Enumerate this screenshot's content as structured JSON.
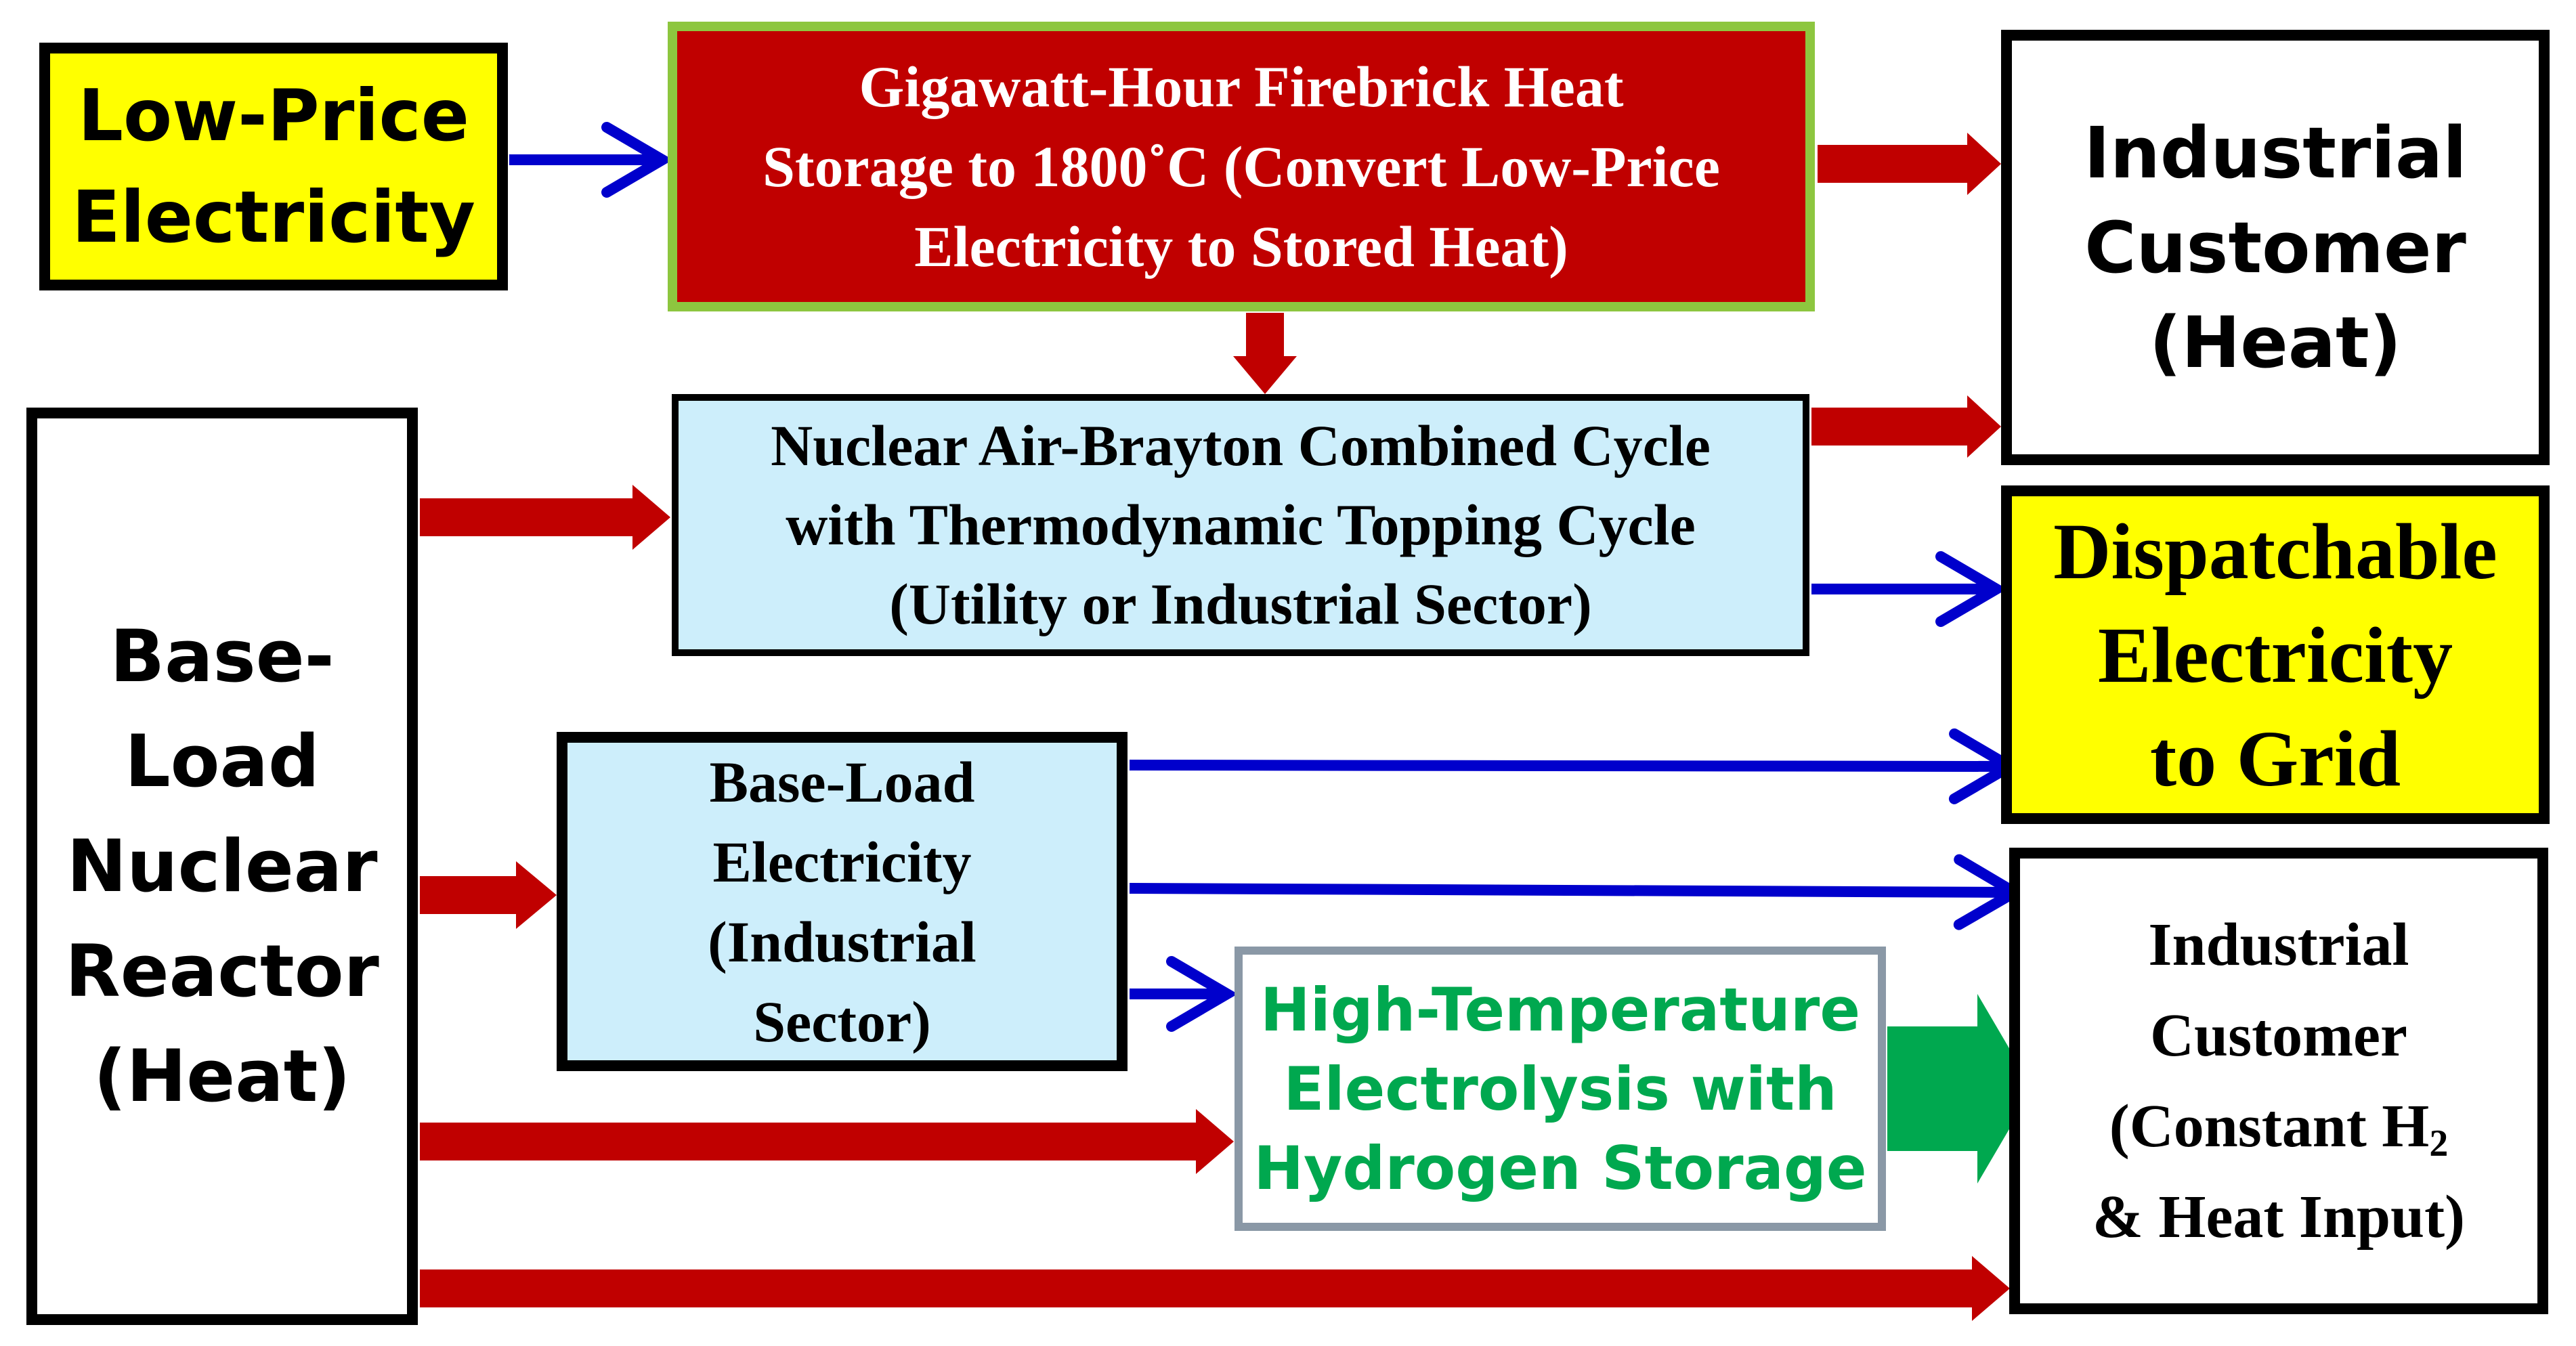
{
  "nodes": {
    "low_price_electricity": {
      "lines": [
        "Low-Price",
        "Electricity"
      ],
      "fill": "#ffff00"
    },
    "firebrick_storage": {
      "lines": [
        "Gigawatt-Hour  Firebrick Heat",
        "Storage to 1800˚C (Convert Low-Price",
        "Electricity to Stored Heat)"
      ],
      "fill": "#c00000",
      "border": "#8dc63f"
    },
    "industrial_customer_heat": {
      "lines": [
        "Industrial",
        "Customer",
        "(Heat)"
      ],
      "fill": "#ffffff"
    },
    "base_load_reactor": {
      "lines": [
        "Base-",
        "Load",
        "Nuclear",
        "Reactor",
        "(Heat)"
      ],
      "fill": "#ffffff"
    },
    "air_brayton_cycle": {
      "lines": [
        "Nuclear Air-Brayton Combined Cycle",
        "with Thermodynamic Topping Cycle",
        "(Utility or Industrial Sector)"
      ],
      "fill": "#cdeefb"
    },
    "dispatchable_electricity": {
      "lines": [
        "Dispatchable",
        "Electricity",
        "to Grid"
      ],
      "fill": "#ffff00"
    },
    "base_load_electricity": {
      "lines": [
        "Base-Load",
        "Electricity",
        "(Industrial",
        "Sector)"
      ],
      "fill": "#cdeefb"
    },
    "electrolysis": {
      "lines": [
        "High-Temperature",
        "Electrolysis with",
        "Hydrogen  Storage"
      ],
      "text_color": "#00a84f",
      "border": "#8a98a6"
    },
    "industrial_customer_h2": {
      "lines": [
        "Industrial",
        "Customer"
      ],
      "line3_prefix": "(Constant H",
      "line3_sub": "2",
      "line4": "& Heat Input)",
      "fill": "#ffffff"
    }
  },
  "colors": {
    "heat_arrow": "#c00000",
    "electricity_arrow": "#0000cc",
    "hydrogen_arrow": "#00a84f"
  }
}
